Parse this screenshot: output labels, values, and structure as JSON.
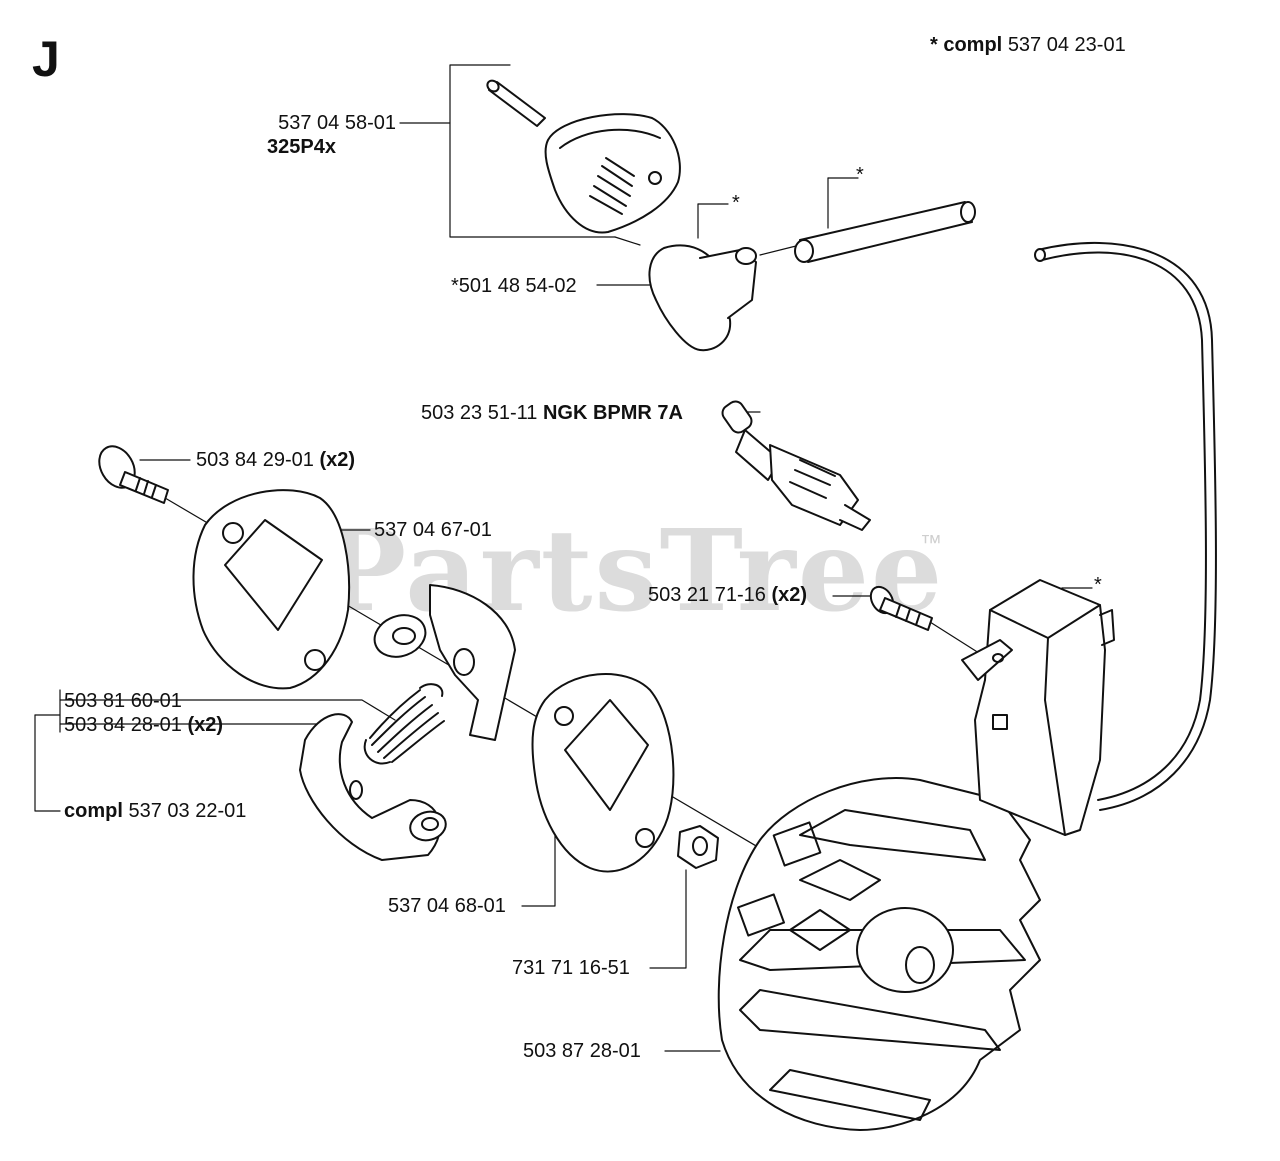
{
  "section": {
    "letter": "J"
  },
  "watermark": {
    "brand": "PartsTree",
    "tm": "™"
  },
  "header": {
    "compl_prefix": "* compl",
    "compl_number": "537 04 23-01"
  },
  "parts": {
    "cover": {
      "number": "537 04 58-01",
      "model": "325P4x"
    },
    "plug_cap": {
      "number": "*501 48 54-02"
    },
    "cap_star": {
      "mark": "*"
    },
    "lead_star": {
      "mark": "*"
    },
    "module_star": {
      "mark": "*"
    },
    "spark_plug": {
      "number": "503 23 51-11",
      "brand": "NGK BPMR 7A"
    },
    "screw_top": {
      "number": "503 84 29-01",
      "qty": "(x2)"
    },
    "plate_top": {
      "number": "537 04 67-01"
    },
    "module_screw": {
      "number": "503 21 71-16",
      "qty": "(x2)"
    },
    "spring": {
      "number": "503 81 60-01"
    },
    "shoe": {
      "number": "503 84 28-01",
      "qty": "(x2)"
    },
    "clutch_compl": {
      "prefix": "compl",
      "number": "537 03 22-01"
    },
    "plate_bottom": {
      "number": "537 04 68-01"
    },
    "washer": {
      "number": "731 71 16-51"
    },
    "flywheel": {
      "number": "503 87 28-01"
    }
  }
}
